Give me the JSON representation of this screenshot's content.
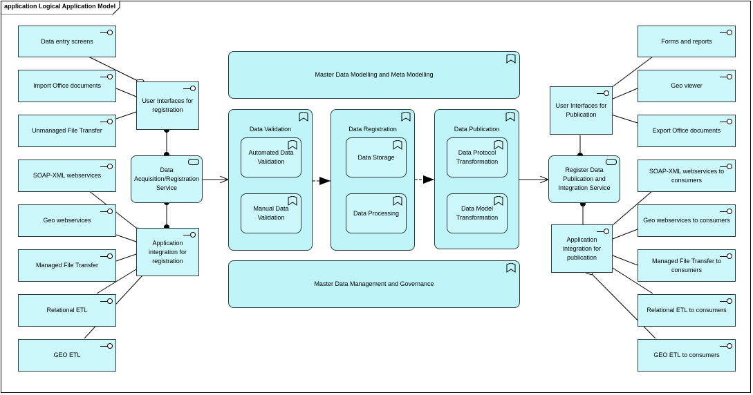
{
  "title": "application Logical Application Model",
  "left_sources": [
    "Data entry screens",
    "Import Office documents",
    "Unmanaged File Transfer",
    "SOAP-XML webservices",
    "Geo webservices",
    "Managed File Transfer",
    "Relational ETL",
    "GEO ETL"
  ],
  "right_targets": [
    "Forms and reports",
    "Geo viewer",
    "Export Office documents",
    "SOAP-XML webservices to consumers",
    "Geo webservices to consumers",
    "Managed File Transfer to consumers",
    "Relational ETL to consumers",
    "GEO ETL to consumers"
  ],
  "left_hub": {
    "ui": "User Interfaces for registration",
    "service": "Data Acquisition/Registration Service",
    "integration": "Application integration for registration"
  },
  "right_hub": {
    "ui": "User Interfaces for Publication",
    "service": "Register Data Publication and Integration Service",
    "integration": "Application integration for publication"
  },
  "center": {
    "top": "Master Data Modelling and Meta Modelling",
    "bottom": "Master Data Management and Governance",
    "validation": {
      "label": "Data Validation",
      "items": [
        "Automated Data Validation",
        "Manual Data Validation"
      ]
    },
    "registration": {
      "label": "Data Registration",
      "items": [
        "Data Storage",
        "Data Processing"
      ]
    },
    "publication": {
      "label": "Data Publication",
      "items": [
        "Data Protocol Transformation",
        "Data Model Transformation"
      ]
    }
  },
  "colors": {
    "fill": "#cdf8fb",
    "border": "#2a3a3a",
    "line": "#000000"
  }
}
